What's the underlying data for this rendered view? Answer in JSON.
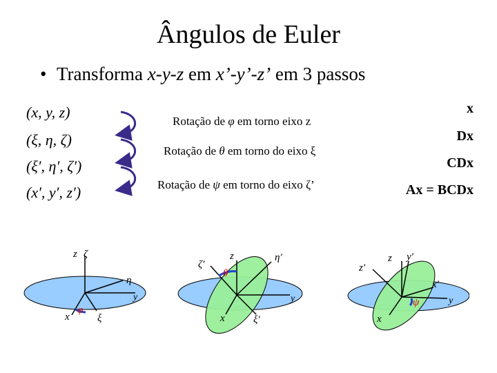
{
  "title": "Ângulos de Euler",
  "bullet": {
    "prefix": "Transforma ",
    "from": "x-y-z",
    "middle": " em ",
    "to": "x’-y’-z’",
    "suffix": " em 3 passos"
  },
  "tuples": [
    "(x, y, z)",
    "(ξ, η, ζ)",
    "(ξ′, η′, ζ′)",
    "(x′, y′, z′)"
  ],
  "rotations": [
    {
      "prefix": "Rotação de ",
      "symbol": "φ",
      "suffix": " em torno eixo z"
    },
    {
      "prefix": "Rotação de ",
      "symbol": "θ",
      "suffix": " em torno do eixo ξ"
    },
    {
      "prefix": "Rotação de ",
      "symbol": "ψ",
      "suffix": " em torno do eixo ζ’"
    }
  ],
  "matrices": [
    "x",
    "Dx",
    "CDx",
    "Ax = BCDx"
  ],
  "diagrams": {
    "first": {
      "z": "z",
      "zeta": "ζ",
      "eta": "η",
      "y": "y",
      "x": "x",
      "phi": "φ",
      "xi": "ξ"
    },
    "second": {
      "zeta_p": "ζ′",
      "z": "z",
      "eta_p": "η′",
      "theta": "θ",
      "y": "y",
      "x": "x",
      "xi_p": "ξ′"
    },
    "third": {
      "z_p": "z′",
      "z": "z",
      "y_p": "y′",
      "x_p": "x′",
      "psi": "ψ",
      "y": "y",
      "x": "x"
    }
  },
  "colors": {
    "disk_blue": "#99ccff",
    "disk_green": "#99ee99",
    "arc_blue": "#2244cc",
    "angle_red": "#dd0000",
    "arrow_purple": "#3a2a8a"
  }
}
